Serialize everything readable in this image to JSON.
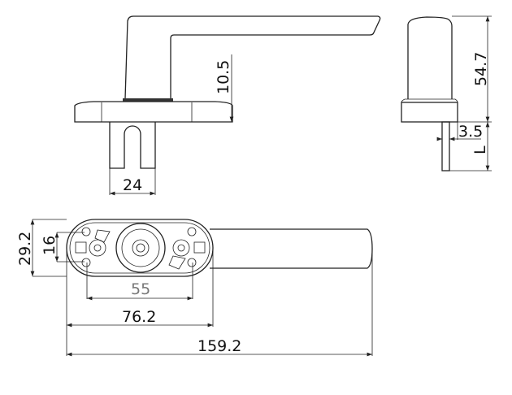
{
  "dimensions": {
    "rose_height": "10.5",
    "spindle_width": "24",
    "total_height": "54.7",
    "spindle_square": "3.5",
    "spindle_length": "L",
    "rose_width": "29.2",
    "inner_width": "16",
    "screw_spacing": "55",
    "rose_length": "76.2",
    "total_length": "159.2"
  }
}
